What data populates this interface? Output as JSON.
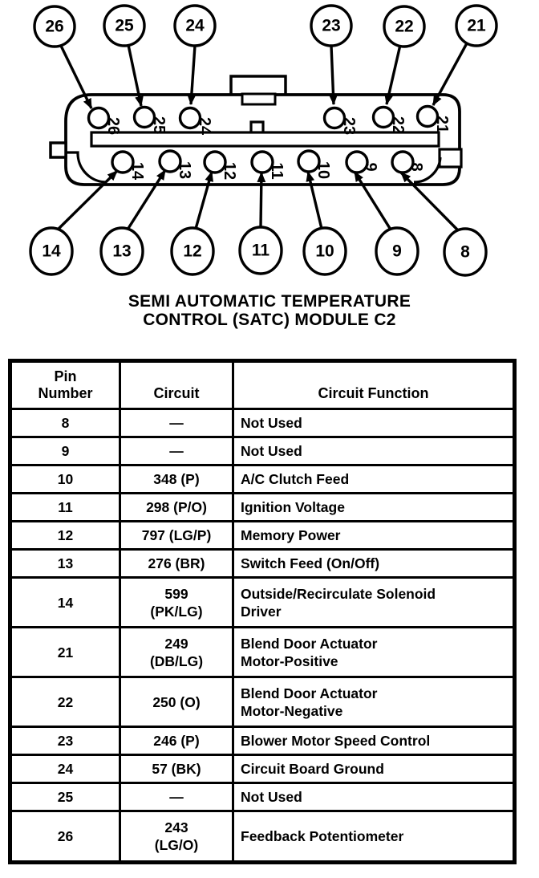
{
  "colors": {
    "ink": "#000000",
    "paper": "#ffffff"
  },
  "diagram": {
    "title_line1": "SEMI AUTOMATIC TEMPERATURE",
    "title_line2": "CONTROL (SATC) MODULE C2",
    "top_row": [
      "26",
      "25",
      "24",
      "23",
      "22",
      "21"
    ],
    "bottom_row": [
      "14",
      "13",
      "12",
      "11",
      "10",
      "9",
      "8"
    ]
  },
  "table": {
    "headers": {
      "pin": "Pin\nNumber",
      "circuit": "Circuit",
      "function": "Circuit Function"
    },
    "rows": [
      {
        "pin": "8",
        "circuit": "—",
        "function": "Not Used"
      },
      {
        "pin": "9",
        "circuit": "—",
        "function": "Not Used"
      },
      {
        "pin": "10",
        "circuit": "348 (P)",
        "function": "A/C Clutch Feed"
      },
      {
        "pin": "11",
        "circuit": "298 (P/O)",
        "function": "Ignition Voltage"
      },
      {
        "pin": "12",
        "circuit": "797 (LG/P)",
        "function": "Memory Power"
      },
      {
        "pin": "13",
        "circuit": "276 (BR)",
        "function": "Switch Feed (On/Off)"
      },
      {
        "pin": "14",
        "circuit": "599\n(PK/LG)",
        "function": "Outside/Recirculate Solenoid\nDriver"
      },
      {
        "pin": "21",
        "circuit": "249\n(DB/LG)",
        "function": "Blend Door Actuator\nMotor-Positive"
      },
      {
        "pin": "22",
        "circuit": "250 (O)",
        "function": "Blend Door Actuator\nMotor-Negative"
      },
      {
        "pin": "23",
        "circuit": "246 (P)",
        "function": "Blower Motor Speed Control"
      },
      {
        "pin": "24",
        "circuit": "57 (BK)",
        "function": "Circuit Board Ground"
      },
      {
        "pin": "25",
        "circuit": "—",
        "function": "Not Used"
      },
      {
        "pin": "26",
        "circuit": "243\n(LG/O)",
        "function": "Feedback Potentiometer"
      }
    ]
  }
}
